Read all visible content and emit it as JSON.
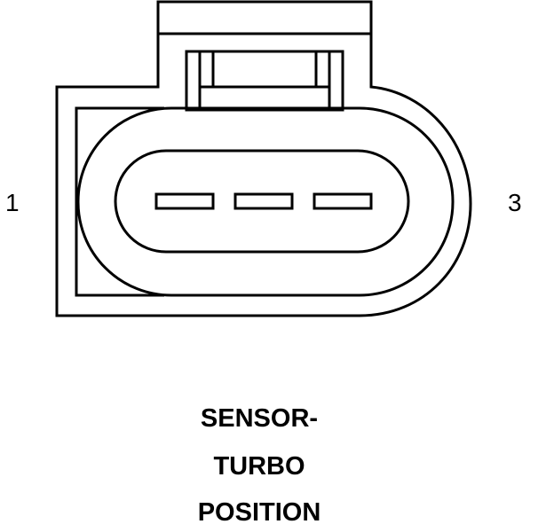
{
  "pin_labels": {
    "left": "1",
    "right": "3"
  },
  "caption": {
    "line1": "SENSOR-",
    "line2": "TURBO",
    "line3": "POSITION"
  },
  "colors": {
    "stroke": "#000000",
    "background": "#ffffff"
  }
}
